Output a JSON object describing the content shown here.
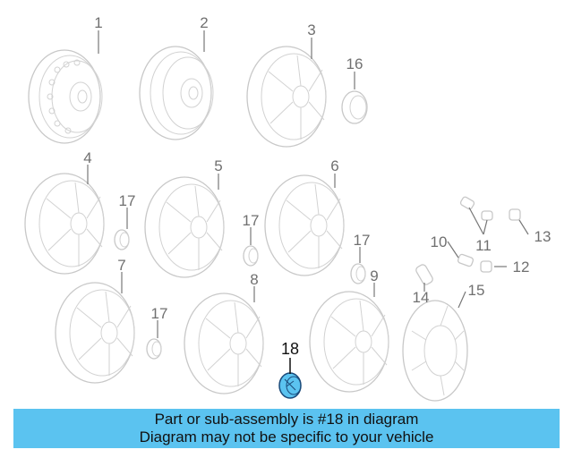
{
  "diagram": {
    "parts": [
      {
        "number": "1",
        "name": "steel-wheel"
      },
      {
        "number": "2",
        "name": "steel-wheel"
      },
      {
        "number": "3",
        "name": "alloy-wheel"
      },
      {
        "number": "4",
        "name": "alloy-wheel"
      },
      {
        "number": "5",
        "name": "alloy-wheel"
      },
      {
        "number": "6",
        "name": "alloy-wheel"
      },
      {
        "number": "7",
        "name": "alloy-wheel"
      },
      {
        "number": "8",
        "name": "alloy-wheel"
      },
      {
        "number": "9",
        "name": "alloy-wheel"
      },
      {
        "number": "10",
        "name": "valve-stem"
      },
      {
        "number": "11",
        "name": "valve-sensor"
      },
      {
        "number": "12",
        "name": "valve-cap"
      },
      {
        "number": "13",
        "name": "valve-cap"
      },
      {
        "number": "14",
        "name": "valve-stem"
      },
      {
        "number": "15",
        "name": "wheel-cover"
      },
      {
        "number": "16",
        "name": "hub-cap"
      },
      {
        "number": "17",
        "name": "center-cap"
      },
      {
        "number": "18",
        "name": "center-cap"
      }
    ],
    "highlighted_part": "18",
    "highlight_color": "#5bc3f0",
    "line_color": "#c8c8c8"
  },
  "banner": {
    "line1": "Part or sub-assembly is #18 in diagram",
    "line2": "Diagram may not be specific to your vehicle",
    "background": "#5bc3f0"
  }
}
